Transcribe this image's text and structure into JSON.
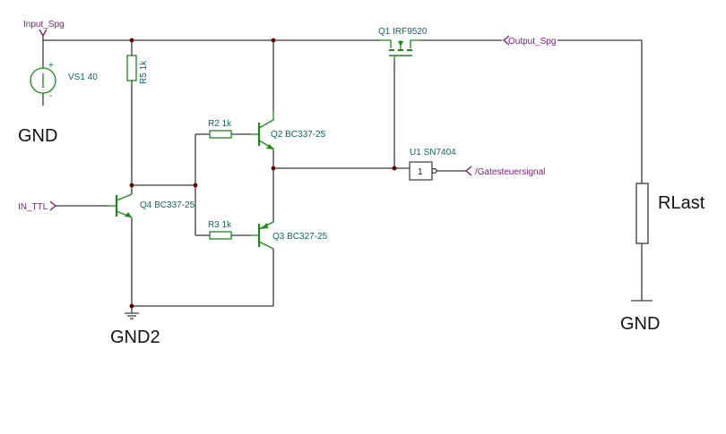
{
  "nets": {
    "input": "Input_Spg",
    "output": "Output_Spg",
    "in_ttl": "IN_TTL",
    "gate_signal": "/Gatesteuersignal"
  },
  "components": {
    "vs1": {
      "ref": "VS1",
      "value": "40",
      "plus": "+",
      "minus": "-"
    },
    "r5": {
      "ref": "R5",
      "value": "1k"
    },
    "r2": {
      "ref": "R2",
      "value": "1k"
    },
    "r3": {
      "ref": "R3",
      "value": "1k"
    },
    "q1": {
      "ref": "Q1",
      "value": "IRF9520"
    },
    "q2": {
      "ref": "Q2",
      "value": "BC337-25"
    },
    "q3": {
      "ref": "Q3",
      "value": "BC327-25"
    },
    "q4": {
      "ref": "Q4",
      "value": "BC337-25"
    },
    "u1": {
      "ref": "U1",
      "value": "SN7404",
      "symbol": "1"
    },
    "rlast": {
      "ref": "RLast"
    }
  },
  "grounds": {
    "gnd_left": "GND",
    "gnd2": "GND2",
    "gnd_right": "GND"
  },
  "colors": {
    "wire": "#3a3a3a",
    "component": "#1a8a1a",
    "junction": "#6a0000",
    "ref_label": "#146464",
    "net_label": "#7a1a7a"
  }
}
